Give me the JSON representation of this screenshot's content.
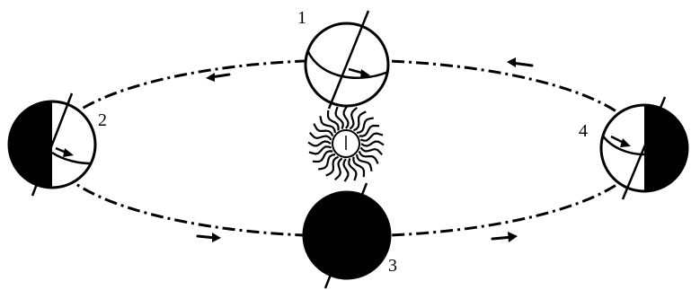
{
  "diagram": {
    "positions": [
      {
        "label": "1"
      },
      {
        "label": "2"
      },
      {
        "label": "3"
      },
      {
        "label": "4"
      }
    ]
  }
}
